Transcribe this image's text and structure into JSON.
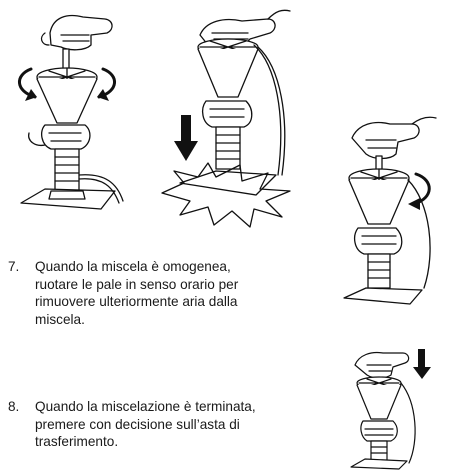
{
  "steps": [
    {
      "number": "7.",
      "text": "Quando la miscela è omogenea,\nruotare le pale in senso orario per\nrimuovere ulteriormente aria dalla\nmiscela."
    },
    {
      "number": "8.",
      "text": "Quando la miscelazione è terminata,\npremere con decisione sull’asta di\ntrasferimento."
    }
  ]
}
